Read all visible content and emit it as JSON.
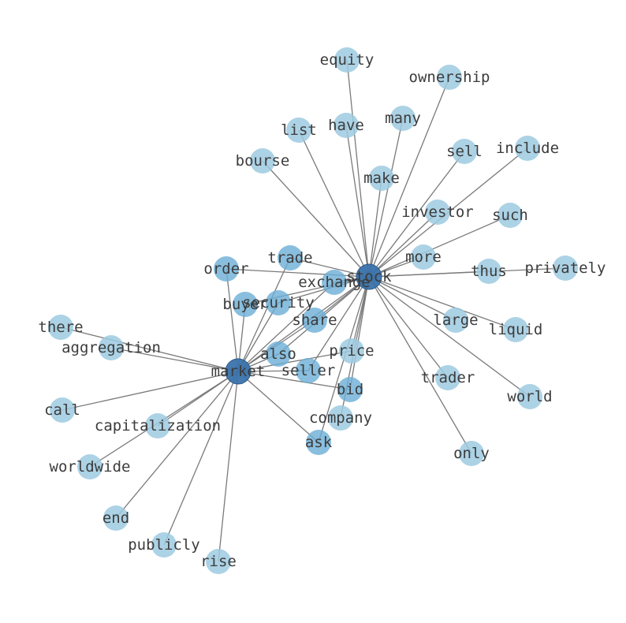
{
  "graph": {
    "node_color": "#9ecae1",
    "mid_color": "#6baed6",
    "hub_color": "#3a73ab",
    "edge_color": "#7a7a7a",
    "nodes": [
      {
        "id": "stock",
        "label": "stock",
        "degree": "hub"
      },
      {
        "id": "market",
        "label": "market",
        "degree": "hub"
      },
      {
        "id": "equity",
        "label": "equity"
      },
      {
        "id": "ownership",
        "label": "ownership"
      },
      {
        "id": "have",
        "label": "have"
      },
      {
        "id": "many",
        "label": "many"
      },
      {
        "id": "list",
        "label": "list"
      },
      {
        "id": "sell",
        "label": "sell"
      },
      {
        "id": "include",
        "label": "include"
      },
      {
        "id": "bourse",
        "label": "bourse"
      },
      {
        "id": "make",
        "label": "make"
      },
      {
        "id": "investor",
        "label": "investor"
      },
      {
        "id": "such",
        "label": "such"
      },
      {
        "id": "trade",
        "label": "trade",
        "degree": "mid"
      },
      {
        "id": "more",
        "label": "more"
      },
      {
        "id": "order",
        "label": "order",
        "degree": "mid"
      },
      {
        "id": "thus",
        "label": "thus"
      },
      {
        "id": "privately",
        "label": "privately"
      },
      {
        "id": "exchange",
        "label": "exchange",
        "degree": "mid"
      },
      {
        "id": "buyer",
        "label": "buyer",
        "degree": "mid"
      },
      {
        "id": "security",
        "label": "security",
        "degree": "mid"
      },
      {
        "id": "share",
        "label": "share",
        "degree": "mid"
      },
      {
        "id": "large",
        "label": "large"
      },
      {
        "id": "liquid",
        "label": "liquid"
      },
      {
        "id": "there",
        "label": "there"
      },
      {
        "id": "aggregation",
        "label": "aggregation"
      },
      {
        "id": "price",
        "label": "price"
      },
      {
        "id": "also",
        "label": "also",
        "degree": "mid"
      },
      {
        "id": "seller",
        "label": "seller",
        "degree": "mid"
      },
      {
        "id": "trader",
        "label": "trader"
      },
      {
        "id": "bid",
        "label": "bid",
        "degree": "mid"
      },
      {
        "id": "world",
        "label": "world"
      },
      {
        "id": "call",
        "label": "call"
      },
      {
        "id": "company",
        "label": "company"
      },
      {
        "id": "capitalization",
        "label": "capitalization"
      },
      {
        "id": "ask",
        "label": "ask",
        "degree": "mid"
      },
      {
        "id": "only",
        "label": "only"
      },
      {
        "id": "worldwide",
        "label": "worldwide"
      },
      {
        "id": "end",
        "label": "end"
      },
      {
        "id": "publicly",
        "label": "publicly"
      },
      {
        "id": "rise",
        "label": "rise"
      }
    ],
    "edges": [
      [
        "stock",
        "equity"
      ],
      [
        "stock",
        "ownership"
      ],
      [
        "stock",
        "have"
      ],
      [
        "stock",
        "many"
      ],
      [
        "stock",
        "list"
      ],
      [
        "stock",
        "sell"
      ],
      [
        "stock",
        "include"
      ],
      [
        "stock",
        "bourse"
      ],
      [
        "stock",
        "make"
      ],
      [
        "stock",
        "investor"
      ],
      [
        "stock",
        "such"
      ],
      [
        "stock",
        "trade"
      ],
      [
        "stock",
        "more"
      ],
      [
        "stock",
        "order"
      ],
      [
        "stock",
        "thus"
      ],
      [
        "stock",
        "privately"
      ],
      [
        "stock",
        "exchange"
      ],
      [
        "stock",
        "security"
      ],
      [
        "stock",
        "share"
      ],
      [
        "stock",
        "large"
      ],
      [
        "stock",
        "liquid"
      ],
      [
        "stock",
        "price"
      ],
      [
        "stock",
        "also"
      ],
      [
        "stock",
        "seller"
      ],
      [
        "stock",
        "trader"
      ],
      [
        "stock",
        "bid"
      ],
      [
        "stock",
        "world"
      ],
      [
        "stock",
        "company"
      ],
      [
        "stock",
        "ask"
      ],
      [
        "stock",
        "only"
      ],
      [
        "stock",
        "market"
      ],
      [
        "stock",
        "buyer"
      ],
      [
        "market",
        "order"
      ],
      [
        "market",
        "trade"
      ],
      [
        "market",
        "exchange"
      ],
      [
        "market",
        "buyer"
      ],
      [
        "market",
        "security"
      ],
      [
        "market",
        "share"
      ],
      [
        "market",
        "there"
      ],
      [
        "market",
        "aggregation"
      ],
      [
        "market",
        "price"
      ],
      [
        "market",
        "also"
      ],
      [
        "market",
        "seller"
      ],
      [
        "market",
        "bid"
      ],
      [
        "market",
        "call"
      ],
      [
        "market",
        "capitalization"
      ],
      [
        "market",
        "ask"
      ],
      [
        "market",
        "worldwide"
      ],
      [
        "market",
        "end"
      ],
      [
        "market",
        "publicly"
      ],
      [
        "market",
        "rise"
      ]
    ]
  }
}
